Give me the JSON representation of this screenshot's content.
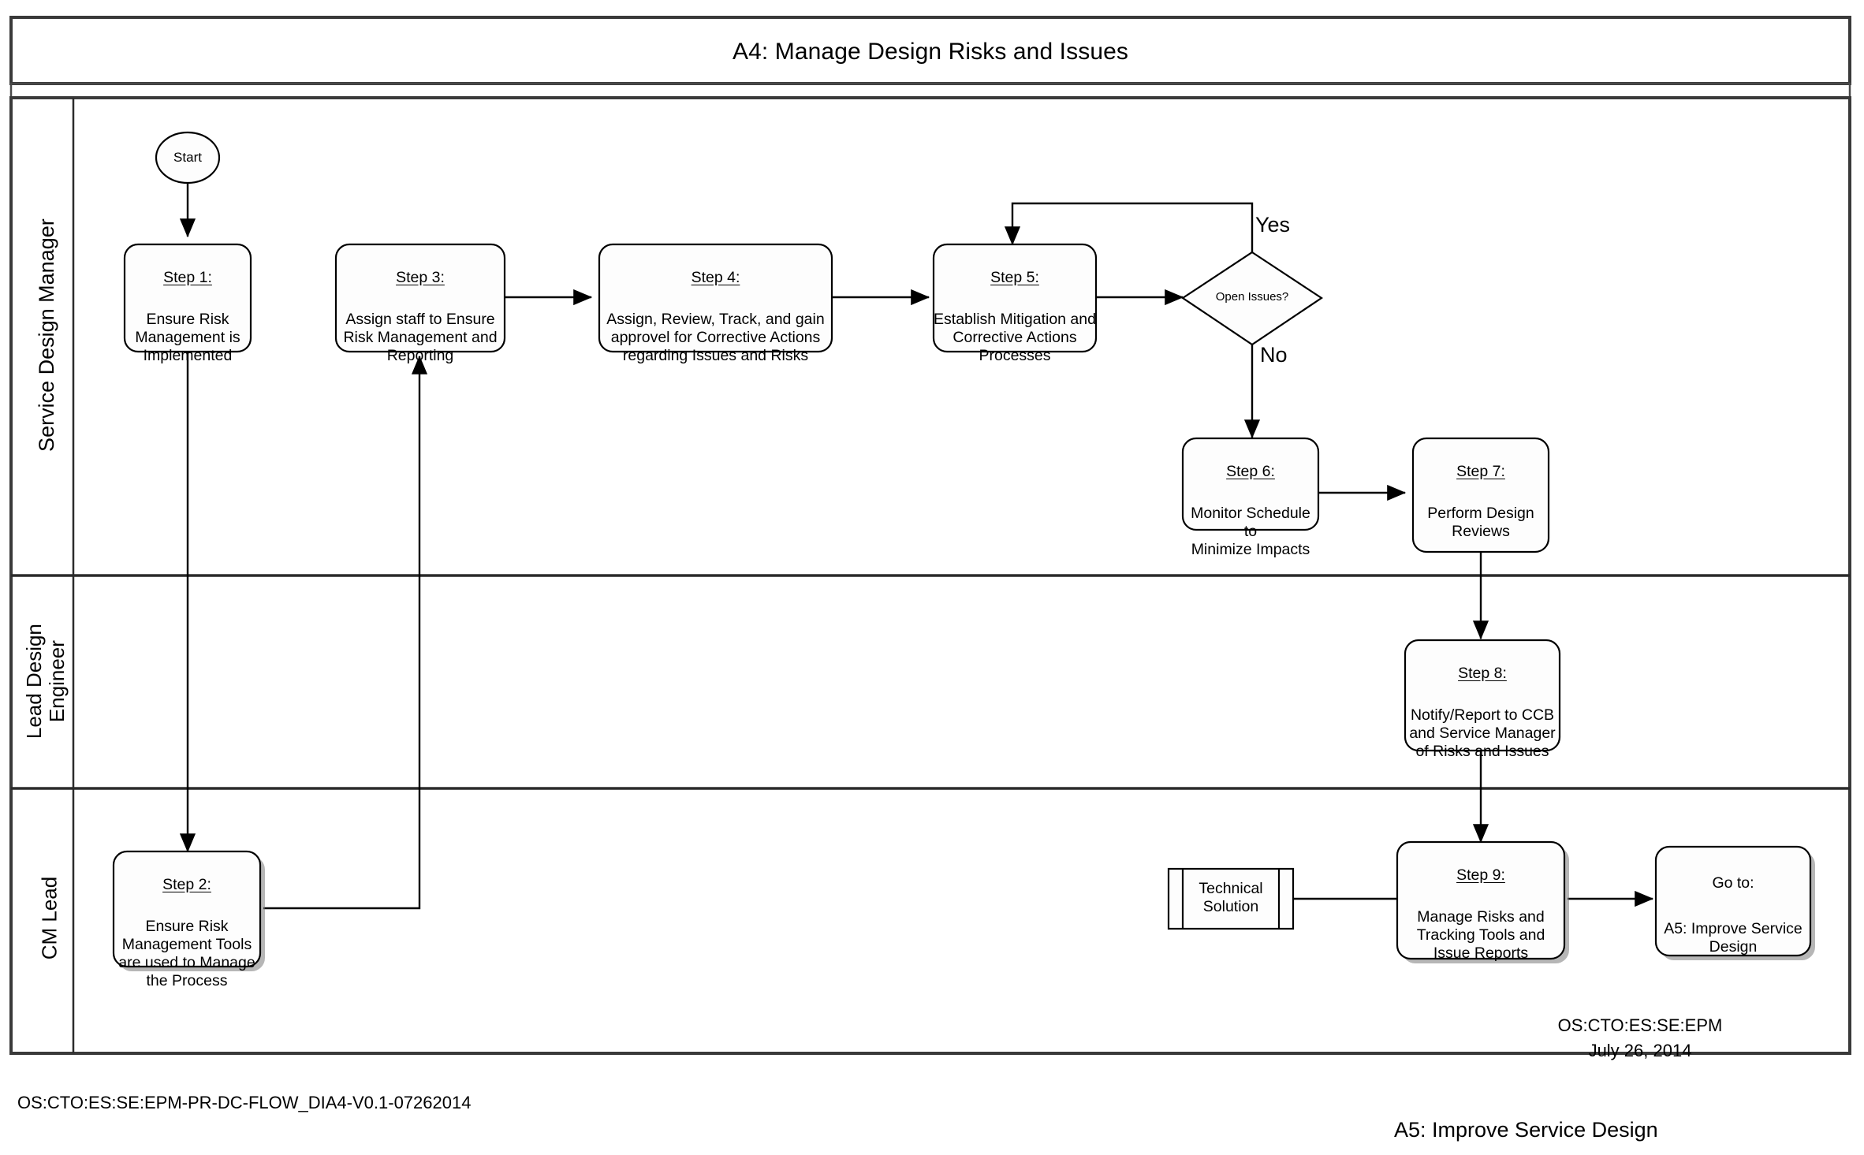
{
  "diagram": {
    "title": "A4: Manage Design Risks and Issues",
    "type": "swimlane-flowchart"
  },
  "lanes": [
    {
      "id": "service-design-manager",
      "label": "Service Design Manager"
    },
    {
      "id": "lead-design-engineer",
      "label": "Lead Design\nEngineer"
    },
    {
      "id": "cm-lead",
      "label": "CM Lead"
    }
  ],
  "nodes": {
    "start": {
      "shape": "ellipse",
      "label": "Start",
      "lane": "service-design-manager"
    },
    "step1": {
      "shape": "rounded-rect",
      "title": "Step 1:",
      "body": "Ensure Risk\nManagement is\nImplemented",
      "lane": "service-design-manager"
    },
    "step2": {
      "shape": "rounded-rect",
      "title": "Step 2:",
      "body": "Ensure Risk\nManagement Tools\nare used to Manage\nthe Process",
      "lane": "cm-lead"
    },
    "step3": {
      "shape": "rounded-rect",
      "title": "Step 3:",
      "body": "Assign staff to Ensure\nRisk Management and\nReporting",
      "lane": "service-design-manager"
    },
    "step4": {
      "shape": "rounded-rect",
      "title": "Step 4:",
      "body": "Assign, Review, Track, and gain\napprovel for Corrective Actions\nregarding Issues and Risks",
      "lane": "service-design-manager"
    },
    "step5": {
      "shape": "rounded-rect",
      "title": "Step 5:",
      "body": "Establish Mitigation and\nCorrective Actions\nProcesses",
      "lane": "service-design-manager"
    },
    "decision": {
      "shape": "diamond",
      "label": "Open Issues?",
      "lane": "service-design-manager"
    },
    "step6": {
      "shape": "rounded-rect",
      "title": "Step 6:",
      "body": "Monitor Schedule to\nMinimize Impacts",
      "lane": "service-design-manager"
    },
    "step7": {
      "shape": "rounded-rect",
      "title": "Step 7:",
      "body": "Perform Design\nReviews",
      "lane": "service-design-manager"
    },
    "step8": {
      "shape": "rounded-rect",
      "title": "Step 8:",
      "body": "Notify/Report to CCB\nand Service Manager\nof Risks and Issues",
      "lane": "lead-design-engineer"
    },
    "step9": {
      "shape": "rounded-rect",
      "title": "Step 9:",
      "body": "Manage Risks and\nTracking Tools and\nIssue Reports",
      "lane": "cm-lead"
    },
    "technical_solution": {
      "shape": "predefined-process",
      "label": "Technical\nSolution",
      "lane": "cm-lead"
    },
    "goto": {
      "shape": "rounded-rect",
      "title": "Go to:",
      "body": "A5: Improve Service\nDesign",
      "lane": "cm-lead"
    }
  },
  "branch_labels": {
    "yes": "Yes",
    "no": "No"
  },
  "footer": {
    "doc_id": "OS:CTO:ES:SE:EPM-PR-DC-FLOW_DIA4-V0.1-07262014",
    "org": "OS:CTO:ES:SE:EPM",
    "date": "July 26, 2014",
    "next_process": "A5: Improve Service Design"
  },
  "colors": {
    "background": "#ffffff",
    "stroke": "#000000",
    "frame": "#3a3a3a",
    "node_fill": "#fdfdfd",
    "shadow": "#7a7a7a"
  }
}
